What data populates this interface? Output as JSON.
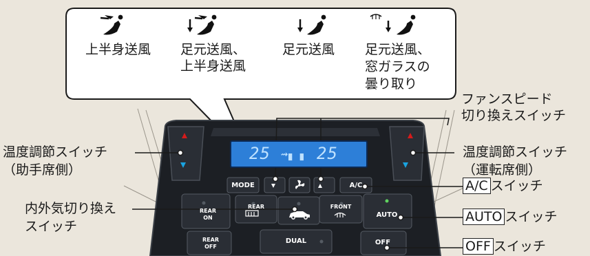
{
  "modes": [
    {
      "icon": "upper-body-airflow-icon",
      "caption": "上半身送風"
    },
    {
      "icon": "feet-and-upper-body-airflow-icon",
      "caption": "足元送風、\n上半身送風"
    },
    {
      "icon": "feet-airflow-icon",
      "caption": "足元送風"
    },
    {
      "icon": "feet-and-defrost-airflow-icon",
      "caption": "足元送風、\n窓ガラスの\n曇り取り"
    }
  ],
  "labels": {
    "fan_speed": "ファンスピード\n切り換えスイッチ",
    "temp_passenger": "温度調節スイッチ\n（助手席側）",
    "temp_driver": "温度調節スイッチ\n（運転席側）",
    "recirc": "内外気切り換え\nスイッチ",
    "ac_box": "A/C",
    "ac_suffix": "スイッチ",
    "auto_box": "AUTO",
    "auto_suffix": "スイッチ",
    "off_box": "OFF",
    "off_suffix": "スイッチ"
  },
  "panel": {
    "display_left": "25",
    "display_right": "25",
    "mode_btn": "MODE",
    "ac_btn": "A/C",
    "auto_btn": "AUTO",
    "off_btn": "OFF",
    "dual_btn": "DUAL",
    "rear_on_btn": "REAR\nON",
    "rear_off_btn": "REAR\nOFF",
    "rear_defrost_btn": "REAR",
    "front_defrost_btn": "FRONT"
  },
  "colors": {
    "panel": "#1c1f24",
    "lcd": "#2d7fd8",
    "arrow_up": "#d51b1b",
    "arrow_down": "#19a3e0",
    "indicator": "#5fd35f"
  }
}
